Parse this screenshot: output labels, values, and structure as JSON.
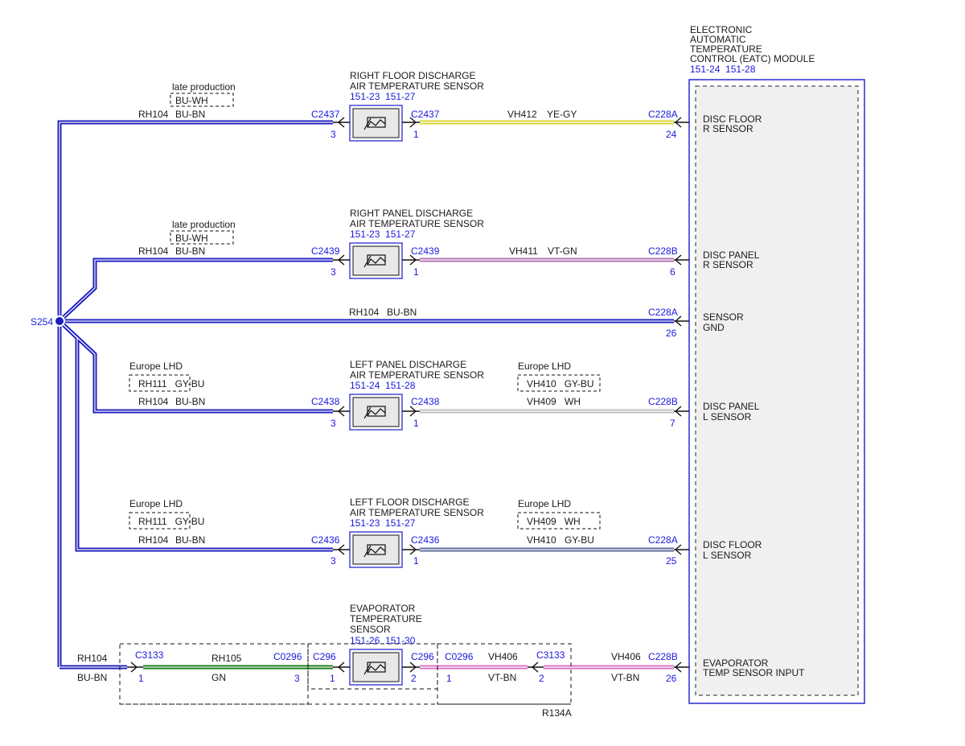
{
  "module": {
    "title_lines": [
      "ELECTRONIC",
      "AUTOMATIC",
      "TEMPERATURE",
      "CONTROL (EATC) MODULE"
    ],
    "refs": "151-24  151-28",
    "pins": [
      {
        "label_lines": [
          "DISC FLOOR",
          "R SENSOR"
        ]
      },
      {
        "label_lines": [
          "DISC PANEL",
          "R SENSOR"
        ]
      },
      {
        "label_lines": [
          "SENSOR",
          "GND"
        ]
      },
      {
        "label_lines": [
          "DISC PANEL",
          "L SENSOR"
        ]
      },
      {
        "label_lines": [
          "DISC FLOOR",
          "L SENSOR"
        ]
      },
      {
        "label_lines": [
          "EVAPORATOR",
          "TEMP SENSOR INPUT"
        ]
      }
    ]
  },
  "splice": {
    "label": "S254"
  },
  "sensors": [
    {
      "title_lines": [
        "RIGHT FLOOR DISCHARGE",
        "AIR TEMPERATURE SENSOR"
      ],
      "refs": "151-23  151-27",
      "left": {
        "connector": "C2437",
        "pin": "3",
        "circuit": "RH104",
        "color_code": "BU-BN",
        "note": "late production",
        "alt": "BU-WH"
      },
      "right": {
        "connector": "C2437",
        "pin": "1",
        "circuit": "VH412",
        "color_code": "YE-GY",
        "note": "",
        "alt": ""
      },
      "module_conn": {
        "connector": "C228A",
        "pin": "24"
      }
    },
    {
      "title_lines": [
        "RIGHT PANEL DISCHARGE",
        "AIR TEMPERATURE SENSOR"
      ],
      "refs": "151-23  151-27",
      "left": {
        "connector": "C2439",
        "pin": "3",
        "circuit": "RH104",
        "color_code": "BU-BN",
        "note": "late production",
        "alt": "BU-WH"
      },
      "right": {
        "connector": "C2439",
        "pin": "1",
        "circuit": "VH411",
        "color_code": "VT-GN",
        "note": "",
        "alt": ""
      },
      "module_conn": {
        "connector": "C228B",
        "pin": "6"
      }
    },
    {
      "title_lines": [
        "LEFT PANEL DISCHARGE",
        "AIR TEMPERATURE SENSOR"
      ],
      "refs": "151-24  151-28",
      "left": {
        "connector": "C2438",
        "pin": "3",
        "circuit": "RH104",
        "color_code": "BU-BN",
        "note": "Europe LHD",
        "alt": "RH111   GY-BU"
      },
      "right": {
        "connector": "C2438",
        "pin": "1",
        "circuit": "VH409",
        "color_code": "WH",
        "note": "Europe LHD",
        "alt": "VH410   GY-BU"
      },
      "module_conn": {
        "connector": "C228B",
        "pin": "7"
      }
    },
    {
      "title_lines": [
        "LEFT FLOOR DISCHARGE",
        "AIR TEMPERATURE SENSOR"
      ],
      "refs": "151-23  151-27",
      "left": {
        "connector": "C2436",
        "pin": "3",
        "circuit": "RH104",
        "color_code": "BU-BN",
        "note": "Europe LHD",
        "alt": "RH111   GY-BU"
      },
      "right": {
        "connector": "C2436",
        "pin": "1",
        "circuit": "VH410",
        "color_code": "GY-BU",
        "note": "Europe LHD",
        "alt": "VH409   WH"
      },
      "module_conn": {
        "connector": "C228A",
        "pin": "25"
      }
    }
  ],
  "ground_wire": {
    "circuit": "RH104",
    "color_code": "BU-BN",
    "connector": "C228A",
    "pin": "26"
  },
  "evaporator": {
    "title_lines": [
      "EVAPORATOR",
      "TEMPERATURE",
      "SENSOR"
    ],
    "refs": "151-26  151-30",
    "left_wire": {
      "circuit": "RH104",
      "color_code": "BU-BN"
    },
    "c3133_left": {
      "connector": "C3133",
      "pin": "1"
    },
    "rh105": {
      "circuit": "RH105",
      "color_code": "GN"
    },
    "c0296_left": {
      "connector": "C0296",
      "pin": "3"
    },
    "c296_left": {
      "connector": "C296",
      "pin": "1"
    },
    "c296_right": {
      "connector": "C296",
      "pin": "2"
    },
    "c0296_right": {
      "connector": "C0296",
      "pin": "1"
    },
    "vh406_a": {
      "circuit": "VH406",
      "color_code": "VT-BN"
    },
    "c3133_right": {
      "connector": "C3133",
      "pin": "2"
    },
    "vh406_b": {
      "circuit": "VH406",
      "color_code": "VT-BN"
    },
    "module_conn": {
      "connector": "C228B",
      "pin": "26"
    },
    "harness_label": "R134A"
  },
  "colors": {
    "BU-BN": "#1c1cbe",
    "YE-GY": "#d8d430",
    "VT-GN": "#b070b4",
    "WH": "#d6d6d6",
    "GY-BU": "#5a6a9a",
    "GN": "#137b13",
    "VT-BN": "#d670c4",
    "ref_text": "#1a1adc",
    "module_bg": "#f0f0f0"
  }
}
